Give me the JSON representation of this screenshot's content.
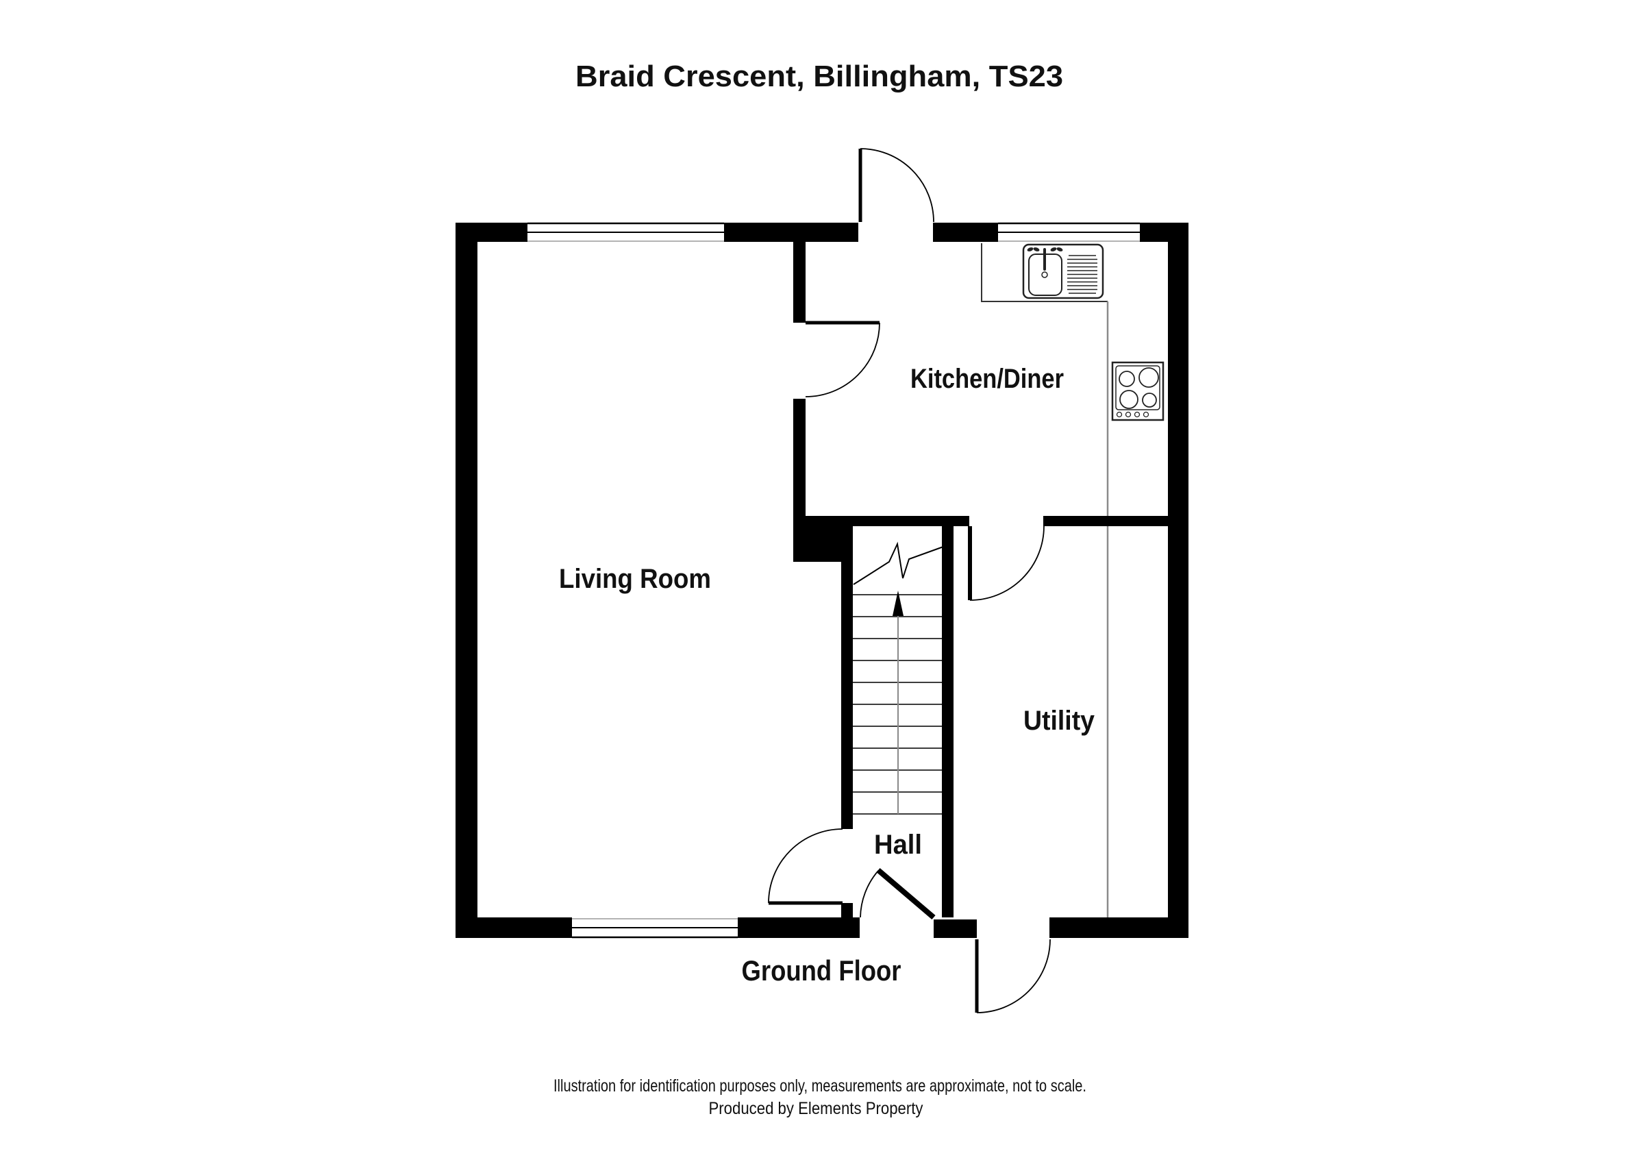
{
  "title": "Braid Crescent, Billingham, TS23",
  "floor_label": "Ground Floor",
  "rooms": {
    "living_room": {
      "label": "Living Room"
    },
    "kitchen_diner": {
      "label": "Kitchen/Diner"
    },
    "utility": {
      "label": "Utility"
    },
    "hall": {
      "label": "Hall"
    }
  },
  "icons": {
    "sink": "sink-icon",
    "hob": "hob-icon",
    "stairs_arrow": "stairs-up-arrow-icon"
  },
  "footer": {
    "disclaimer": "Illustration for identification purposes only, measurements are approximate, not to scale.",
    "credit": "Produced by Elements Property"
  },
  "colors": {
    "background": "#ffffff",
    "walls": "#000000",
    "label_text": "#111111",
    "counter_line": "#8a8a8a",
    "stair_tread": "#3d3d3d"
  }
}
